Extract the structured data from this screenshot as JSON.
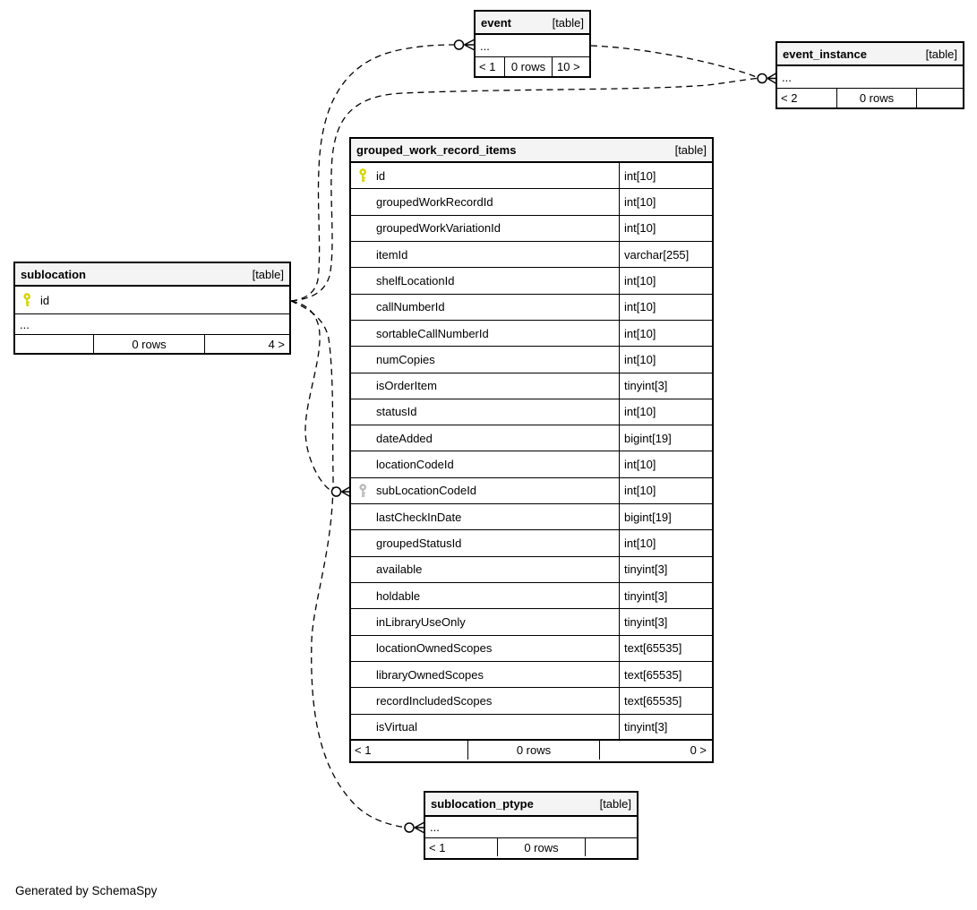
{
  "footer_note": "Generated by SchemaSpy",
  "colors": {
    "pk_key": "#d4d404",
    "fk_key": "#bbbbbb",
    "header_bg": "#f4f4f4",
    "border": "#000000",
    "background": "#ffffff"
  },
  "tables": {
    "event": {
      "name": "event",
      "tag": "[table]",
      "body": "...",
      "footer": {
        "left": "< 1",
        "mid": "0 rows",
        "right": "10 >"
      }
    },
    "event_instance": {
      "name": "event_instance",
      "tag": "[table]",
      "body": "...",
      "footer": {
        "left": "< 2",
        "mid": "0 rows",
        "right": ""
      }
    },
    "sublocation": {
      "name": "sublocation",
      "tag": "[table]",
      "key_row": {
        "name": "id",
        "key": "pk"
      },
      "body": "...",
      "footer": {
        "left": "",
        "mid": "0 rows",
        "right": "4 >"
      }
    },
    "sublocation_ptype": {
      "name": "sublocation_ptype",
      "tag": "[table]",
      "body": "...",
      "footer": {
        "left": "< 1",
        "mid": "0 rows",
        "right": ""
      }
    },
    "grouped_work_record_items": {
      "name": "grouped_work_record_items",
      "tag": "[table]",
      "columns": [
        {
          "name": "id",
          "type": "int[10]",
          "key": "pk"
        },
        {
          "name": "groupedWorkRecordId",
          "type": "int[10]",
          "key": ""
        },
        {
          "name": "groupedWorkVariationId",
          "type": "int[10]",
          "key": ""
        },
        {
          "name": "itemId",
          "type": "varchar[255]",
          "key": ""
        },
        {
          "name": "shelfLocationId",
          "type": "int[10]",
          "key": ""
        },
        {
          "name": "callNumberId",
          "type": "int[10]",
          "key": ""
        },
        {
          "name": "sortableCallNumberId",
          "type": "int[10]",
          "key": ""
        },
        {
          "name": "numCopies",
          "type": "int[10]",
          "key": ""
        },
        {
          "name": "isOrderItem",
          "type": "tinyint[3]",
          "key": ""
        },
        {
          "name": "statusId",
          "type": "int[10]",
          "key": ""
        },
        {
          "name": "dateAdded",
          "type": "bigint[19]",
          "key": ""
        },
        {
          "name": "locationCodeId",
          "type": "int[10]",
          "key": ""
        },
        {
          "name": "subLocationCodeId",
          "type": "int[10]",
          "key": "fk"
        },
        {
          "name": "lastCheckInDate",
          "type": "bigint[19]",
          "key": ""
        },
        {
          "name": "groupedStatusId",
          "type": "int[10]",
          "key": ""
        },
        {
          "name": "available",
          "type": "tinyint[3]",
          "key": ""
        },
        {
          "name": "holdable",
          "type": "tinyint[3]",
          "key": ""
        },
        {
          "name": "inLibraryUseOnly",
          "type": "tinyint[3]",
          "key": ""
        },
        {
          "name": "locationOwnedScopes",
          "type": "text[65535]",
          "key": ""
        },
        {
          "name": "libraryOwnedScopes",
          "type": "text[65535]",
          "key": ""
        },
        {
          "name": "recordIncludedScopes",
          "type": "text[65535]",
          "key": ""
        },
        {
          "name": "isVirtual",
          "type": "tinyint[3]",
          "key": ""
        }
      ],
      "footer": {
        "left": "< 1",
        "mid": "0 rows",
        "right": "0 >"
      }
    }
  }
}
